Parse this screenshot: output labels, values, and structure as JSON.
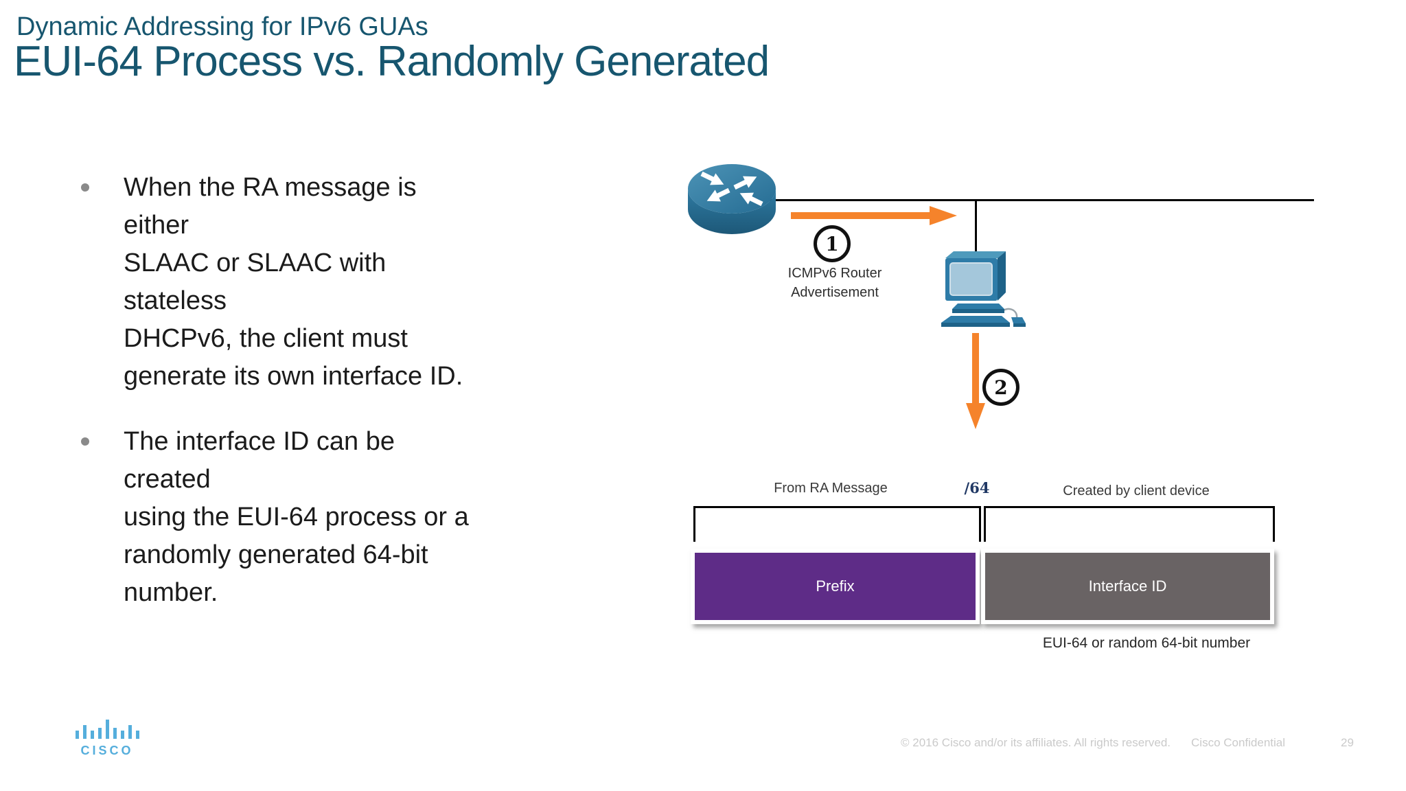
{
  "slide": {
    "pretitle": "Dynamic Addressing for IPv6 GUAs",
    "title": "EUI-64 Process vs. Randomly Generated",
    "bullets": [
      {
        "lines": [
          "When the RA message is either",
          "SLAAC or SLAAC with stateless",
          "DHCPv6, the client must",
          "generate its own interface ID."
        ]
      },
      {
        "lines": [
          "The interface ID can be created",
          "using the EUI-64 process or a",
          "randomly generated 64-bit",
          "number."
        ]
      }
    ]
  },
  "diagram": {
    "step_1": {
      "number": "1",
      "label": "ICMPv6 Router Advertisement"
    },
    "step_2": {
      "number": "2"
    },
    "icons": {
      "router": "cisco-router",
      "client": "desktop-pc"
    },
    "address_fields": {
      "prefix_source_label": "From RA Message",
      "prefix_length_label": "/64",
      "interface_source_label": "Created by client device",
      "prefix_box_label": "Prefix",
      "interface_box_label": "Interface ID",
      "interface_caption": "EUI-64 or random 64-bit number"
    }
  },
  "footer": {
    "logo_text": "CISCO",
    "copyright": "© 2016 Cisco and/or its affiliates. All rights reserved.",
    "confidential": "Cisco Confidential",
    "page_number": "29"
  },
  "colors": {
    "title_teal": "#17566F",
    "body_text": "#1b1b1b",
    "arrow_orange": "#F5832B",
    "prefix_purple": "#5E2C87",
    "interface_gray": "#696364",
    "network_line_black": "#000000",
    "logo_blue": "#55AEDC",
    "footer_gray": "#CACACA"
  }
}
